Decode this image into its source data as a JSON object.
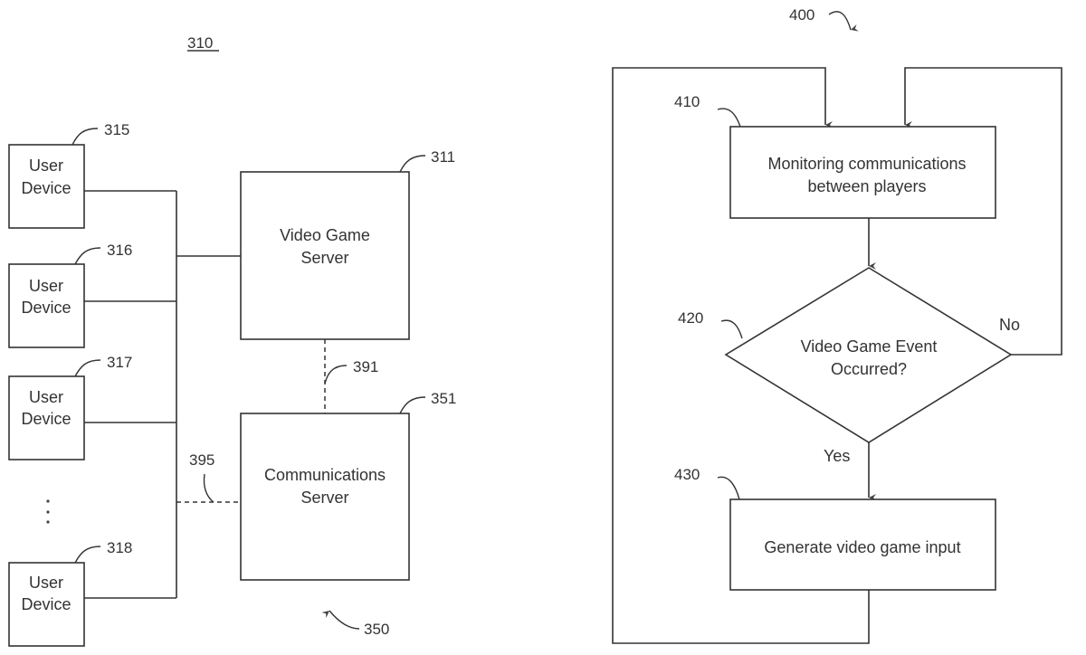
{
  "figure_left": {
    "label": "310",
    "user_devices": [
      {
        "ref": "315",
        "line1": "User",
        "line2": "Device"
      },
      {
        "ref": "316",
        "line1": "User",
        "line2": "Device"
      },
      {
        "ref": "317",
        "line1": "User",
        "line2": "Device"
      },
      {
        "ref": "318",
        "line1": "User",
        "line2": "Device"
      }
    ],
    "ellipsis": "⋮",
    "video_game_server": {
      "ref": "311",
      "line1": "Video Game",
      "line2": "Server"
    },
    "communications_server": {
      "ref": "351",
      "line1": "Communications",
      "line2": "Server"
    },
    "link_servers": {
      "ref": "391"
    },
    "link_bus_comm": {
      "ref": "395"
    },
    "system_ref": "350"
  },
  "figure_right": {
    "label": "400",
    "step_410": {
      "ref": "410",
      "line1": "Monitoring communications",
      "line2": "between players"
    },
    "decision_420": {
      "ref": "420",
      "line1": "Video Game Event",
      "line2": "Occurred?"
    },
    "branch_no": "No",
    "branch_yes": "Yes",
    "step_430": {
      "ref": "430",
      "line1": "Generate video game input"
    }
  }
}
